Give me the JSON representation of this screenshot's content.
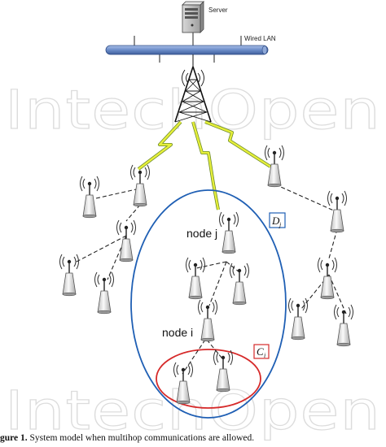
{
  "server": {
    "label": "Server"
  },
  "lan": {
    "label": "Wired LAN"
  },
  "watermark": {
    "top": "IntechOpen",
    "bottom": "IntechOpen"
  },
  "node_j": {
    "label": "node j"
  },
  "node_i": {
    "label": "node i"
  },
  "cluster_d": {
    "symbol": "D",
    "subscript": "j"
  },
  "cluster_c": {
    "symbol": "C",
    "subscript": "i"
  },
  "caption": {
    "prefix": "gure 1.",
    "text": " System model when multihop communications are allowed."
  },
  "colors": {
    "lan_bus": "#6b8cc8",
    "wireless_link": "#e6ef3a",
    "wireless_link_outline": "#6c8a2a",
    "region_d": "#1f5fb4",
    "region_c": "#d62a2a",
    "node_fill": "#eeeeee",
    "signal": "#333333"
  },
  "icons": [
    "server-icon",
    "tower-icon",
    "sensor-node-icon",
    "lightning-link-icon"
  ]
}
